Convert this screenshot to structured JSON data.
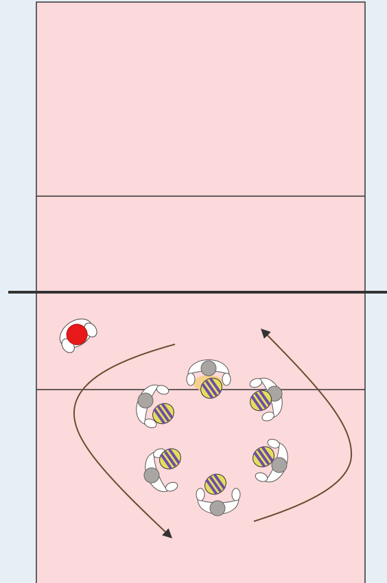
{
  "colors": {
    "background": "#e6eef6",
    "court": "#fcd9da",
    "court_line": "#333333",
    "net": "#333333",
    "coach_jersey": "#e8191b",
    "player_jersey": "#ffffff",
    "player_head": "#a9a5a2",
    "ball_stripe_a": "#6c4da8",
    "ball_stripe_b": "#e6dd5e",
    "path": "#6b4a2f",
    "highlight": "#f4d08c"
  },
  "icons": {
    "coach": "player-red-icon",
    "player": "player-white-icon",
    "ball": "volleyball-icon",
    "arrow": "arrow-icon"
  },
  "players": [
    {
      "id": "top",
      "facing": "center"
    },
    {
      "id": "top-right",
      "facing": "center"
    },
    {
      "id": "right",
      "facing": "center"
    },
    {
      "id": "bottom",
      "facing": "center"
    },
    {
      "id": "left",
      "facing": "center"
    },
    {
      "id": "top-left",
      "facing": "center"
    }
  ],
  "rotation_direction": "counter-clockwise"
}
